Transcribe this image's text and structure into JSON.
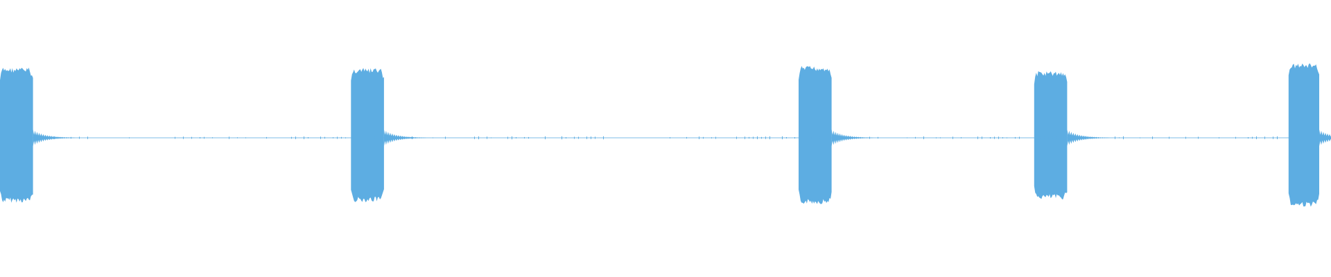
{
  "waveform": {
    "color": "#5dade2",
    "background": "#ffffff",
    "duration_seconds": 5.65,
    "peak_amplitude": 1.0,
    "bursts": [
      {
        "start": 0.0,
        "end": 0.14,
        "amplitude": 0.94
      },
      {
        "start": 1.49,
        "end": 1.63,
        "amplitude": 0.93
      },
      {
        "start": 3.39,
        "end": 3.53,
        "amplitude": 0.96
      },
      {
        "start": 4.39,
        "end": 4.53,
        "amplitude": 0.89
      },
      {
        "start": 5.47,
        "end": 5.6,
        "amplitude": 1.0
      }
    ]
  }
}
